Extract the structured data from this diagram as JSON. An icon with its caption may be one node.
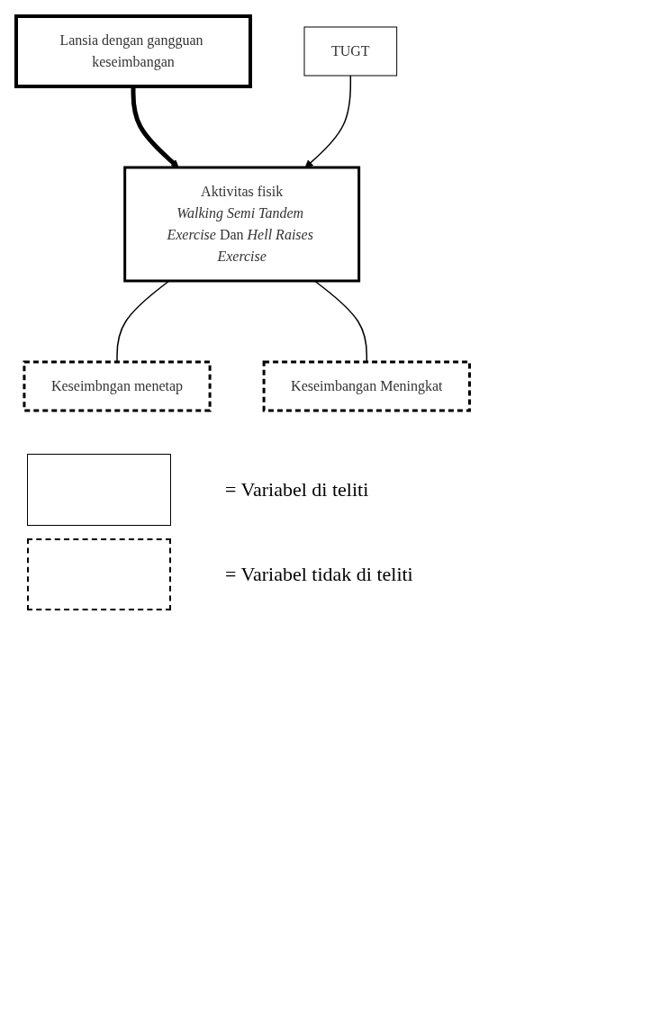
{
  "diagram": {
    "nodes": [
      {
        "text": [
          "Lansia dengan gangguan keseimbangan"
        ]
      },
      {
        "text": [
          "Aktivitas fisik",
          "*Walking Semi Tandem Exercise* Dan *Hell Raises Exercise*"
        ]
      },
      {
        "text": [
          "TUGT"
        ]
      },
      {
        "text": [
          "Keseimbngan menetap"
        ]
      },
      {
        "text": [
          "Keseimbangan Meningkat"
        ]
      }
    ],
    "edges": [
      {
        "from": 0,
        "to": 1,
        "arrow": "to",
        "style": "thick"
      },
      {
        "from": 2,
        "to": 1,
        "arrow": "to"
      },
      {
        "from": 1,
        "to": 3,
        "arrow": "none"
      },
      {
        "from": 1,
        "to": 4,
        "arrow": "none"
      }
    ],
    "legend": [
      {
        "text": "= Variabel di teliti"
      },
      {
        "text": "= Variabel tidak di teliti"
      }
    ]
  }
}
